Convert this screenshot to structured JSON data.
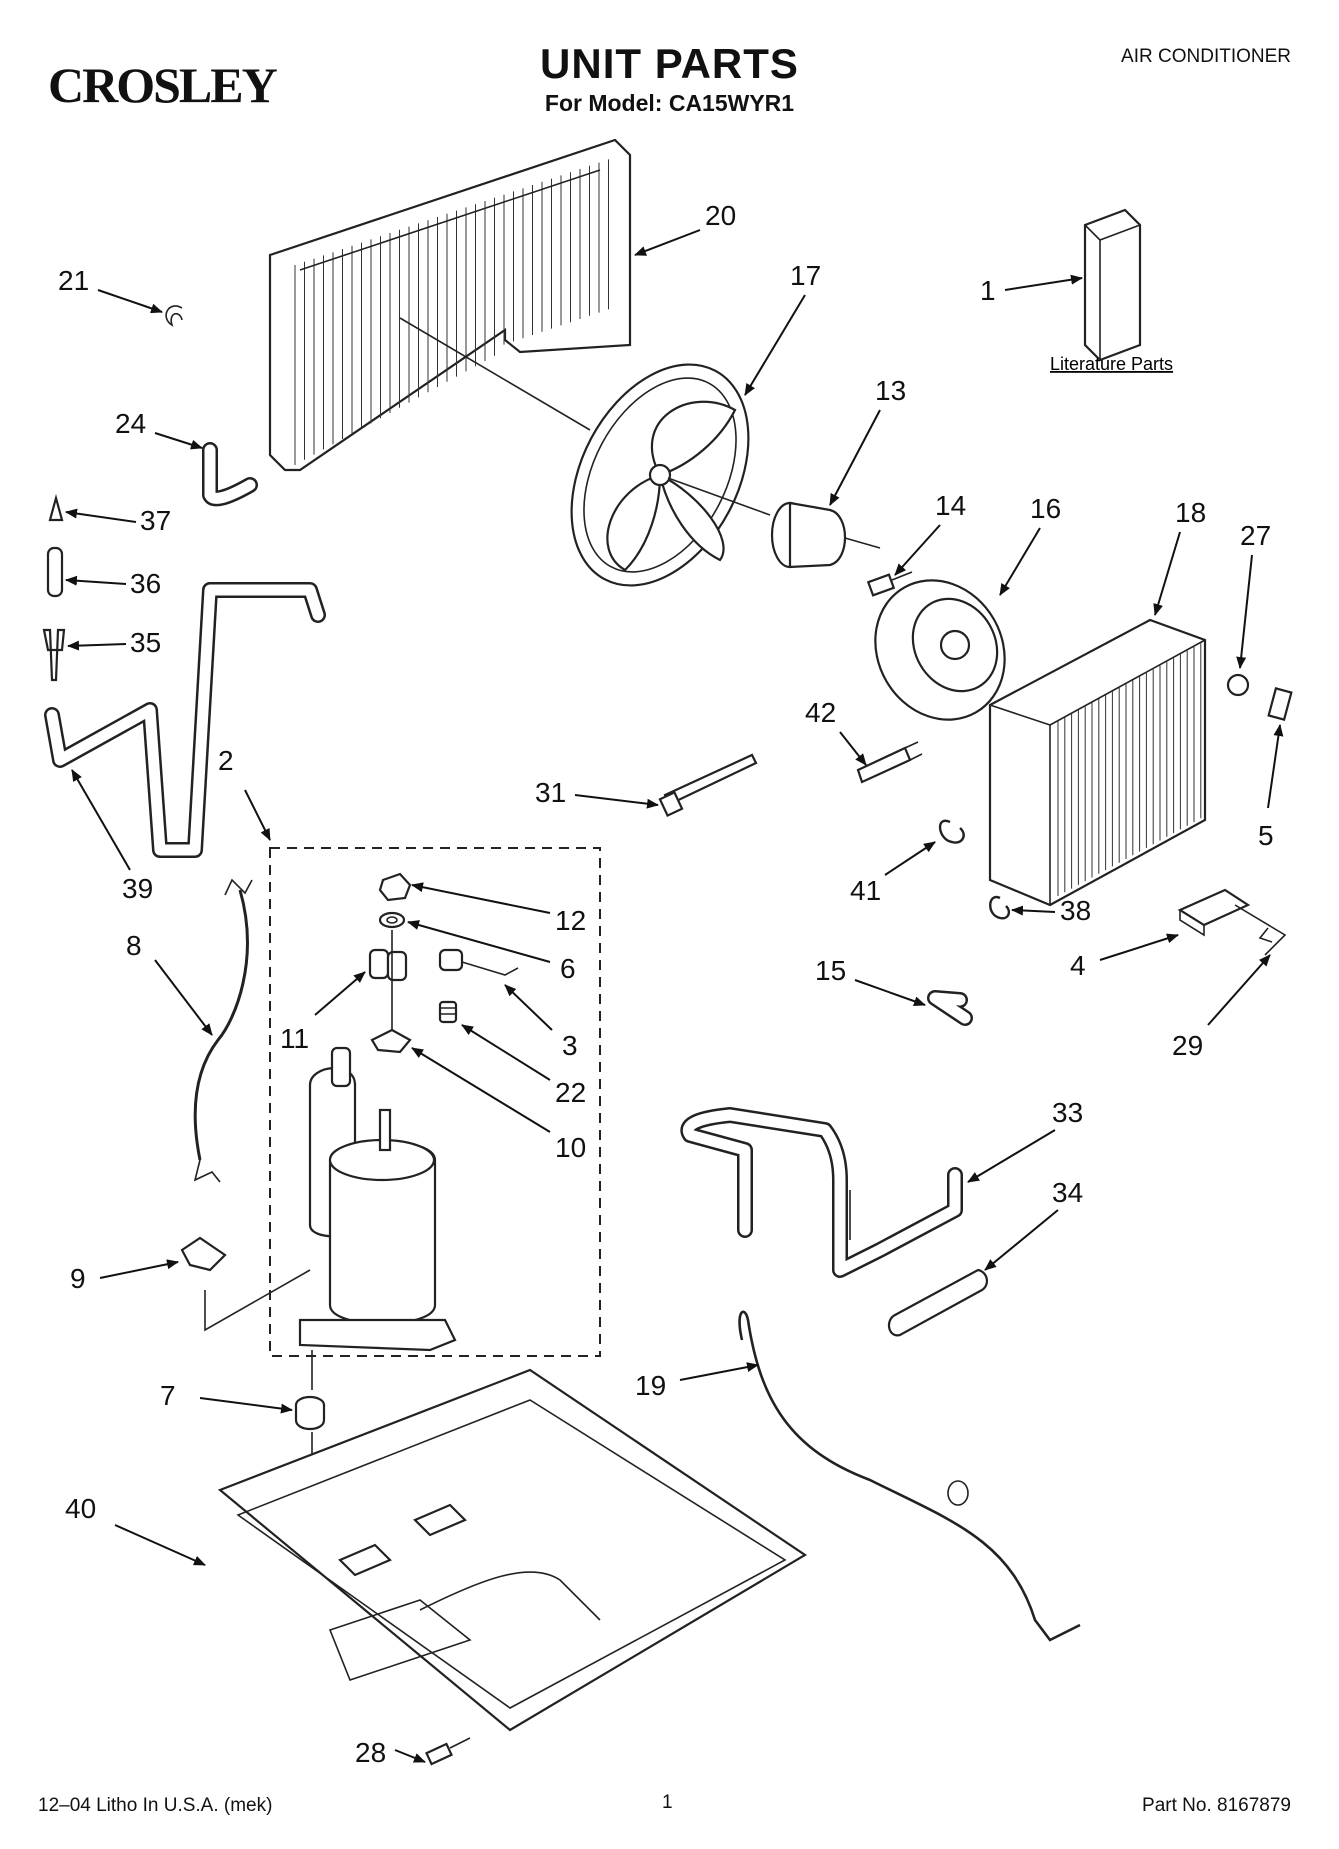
{
  "header": {
    "brand": "CROSLEY",
    "title": "UNIT PARTS",
    "subtitle": "For Model: CA15WYR1",
    "category": "AIR CONDITIONER"
  },
  "literature_label": "Literature Parts",
  "callouts": [
    "1",
    "2",
    "3",
    "4",
    "5",
    "6",
    "7",
    "8",
    "9",
    "10",
    "11",
    "12",
    "13",
    "14",
    "15",
    "16",
    "17",
    "18",
    "19",
    "20",
    "21",
    "22",
    "24",
    "27",
    "28",
    "29",
    "31",
    "33",
    "34",
    "35",
    "36",
    "37",
    "38",
    "39",
    "40",
    "41",
    "42"
  ],
  "footer": {
    "print_info": "12–04 Litho In U.S.A. (mek)",
    "page": "1",
    "part_no": "Part No. 8167879"
  }
}
